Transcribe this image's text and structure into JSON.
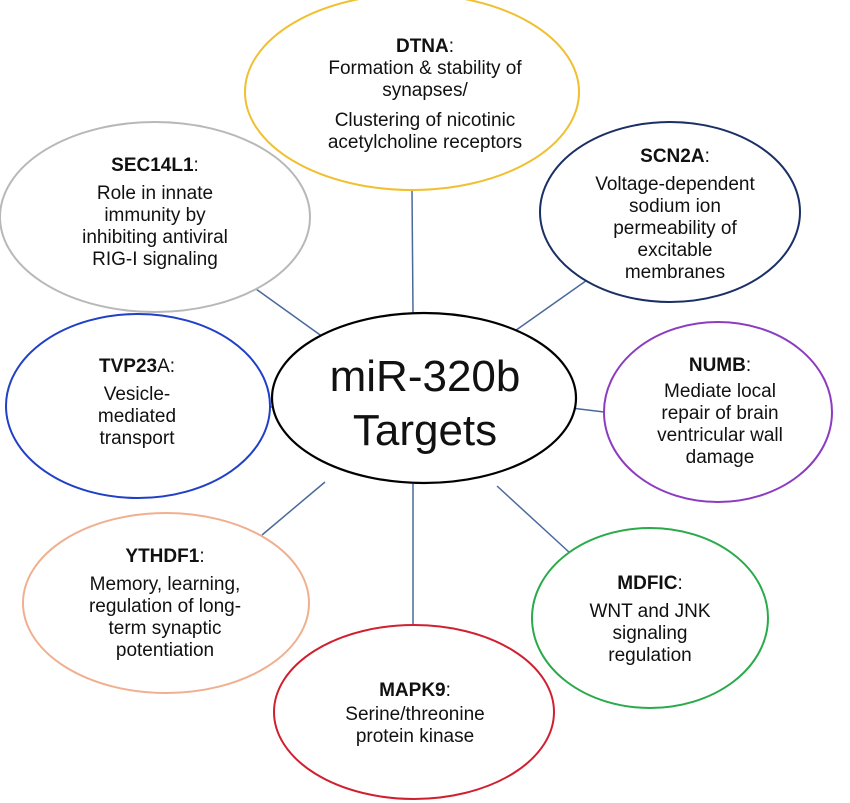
{
  "center": {
    "line1": "miR-320b",
    "line2": "Targets"
  },
  "nodes": {
    "dtna": {
      "name": "DTNA",
      "suffix": ":",
      "lines": [
        "Formation & stability of",
        "synapses/",
        "Clustering of nicotinic",
        "acetylcholine receptors"
      ],
      "color": "#f0c030"
    },
    "scn2a": {
      "name": "SCN2A",
      "suffix": ":",
      "lines": [
        "Voltage-dependent",
        "sodium ion",
        "permeability of",
        "excitable",
        "membranes"
      ],
      "color": "#1a2f66"
    },
    "numb": {
      "name": "NUMB",
      "suffix": ":",
      "lines": [
        "Mediate local",
        "repair of brain",
        "ventricular wall",
        "damage"
      ],
      "color": "#8c3cc0"
    },
    "mdfic": {
      "name": "MDFIC",
      "suffix": ":",
      "lines": [
        "WNT and JNK",
        "signaling",
        "regulation"
      ],
      "color": "#2aaa4a"
    },
    "mapk9": {
      "name": "MAPK9",
      "suffix": ":",
      "lines": [
        "Serine/threonine",
        "protein kinase"
      ],
      "color": "#d02030"
    },
    "ythdf1": {
      "name": "YTHDF1",
      "suffix": ":",
      "lines": [
        "Memory, learning,",
        "regulation of long-",
        "term synaptic",
        "potentiation"
      ],
      "color": "#f0b090"
    },
    "tvp23a": {
      "name": "TVP23",
      "suffix": "A:",
      "lines": [
        "Vesicle-",
        "mediated",
        "transport"
      ],
      "color": "#2040c8"
    },
    "sec14l1": {
      "name": "SEC14L1",
      "suffix": ":",
      "lines": [
        "Role in innate",
        "immunity by",
        "inhibiting antiviral",
        "RIG-I signaling"
      ],
      "color": "#b8b8b8"
    }
  },
  "connector_color": "#4a6a9a",
  "center_color": "#000000"
}
